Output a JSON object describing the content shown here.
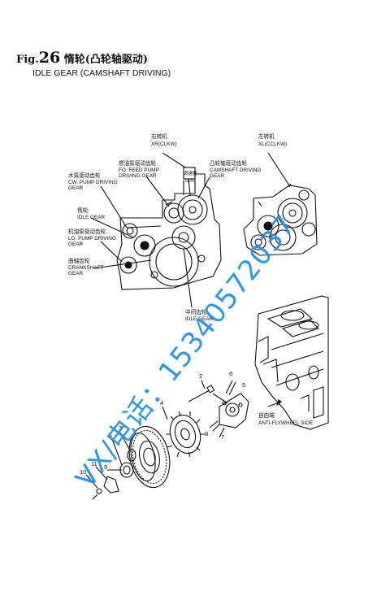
{
  "title": {
    "prefix": "Fig.",
    "number": "26",
    "chinese": "惰轮(凸轮轴驱动)",
    "english": "IDLE GEAR (CAMSHAFT DRIVING)"
  },
  "upper_labels": {
    "right_rotation": {
      "cn": "右转机",
      "en": "XR(CLKW)"
    },
    "left_rotation": {
      "cn": "左转机",
      "en": "XL(CCLKW)"
    },
    "fo_pump": {
      "cn": "燃油泵驱动齿轮",
      "en1": "FO. FEED PUMP",
      "en2": "DRIVING GEAR"
    },
    "cw_pump": {
      "cn": "水泵驱动齿轮",
      "en1": "CW. PUMP DRIVING",
      "en2": "GEAR"
    },
    "idle_gear": {
      "cn": "惰轮",
      "en": "IDLE GEAR"
    },
    "lo_pump": {
      "cn": "机油泵驱动齿轮",
      "en1": "LO. PUMP DRIVING",
      "en2": "GEAR"
    },
    "crankshaft": {
      "cn": "曲轴齿轮",
      "en1": "CRANKSHAFT",
      "en2": "GEAR"
    },
    "camshaft": {
      "cn": "凸轮轴驱动齿轮",
      "en1": "CAMSHAFT DRIVING",
      "en2": "GEAR"
    },
    "intermediate": {
      "cn": "中间齿轮",
      "en": "IDLE GEAR"
    },
    "governor": "调速器",
    "gov_small": "GOV."
  },
  "lower_labels": {
    "anti_flywheel": {
      "cn": "自由端",
      "en": "ANTI-FLYWHEEL SIDE"
    }
  },
  "part_numbers": [
    "1",
    "2",
    "3",
    "4",
    "5",
    "6",
    "7",
    "8",
    "9",
    "10",
    "11"
  ],
  "watermark": "VX/电话：15340572037",
  "colors": {
    "watermark": "#1d8fe8",
    "ink": "#111111"
  }
}
